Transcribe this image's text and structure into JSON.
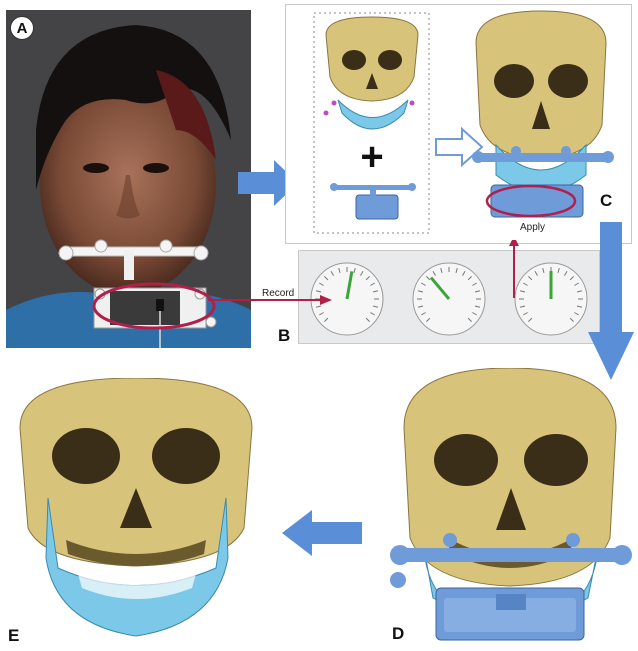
{
  "labels": {
    "a": "A",
    "b": "B",
    "c": "C",
    "d": "D",
    "e": "E"
  },
  "annotations": {
    "record": "Record",
    "apply": "Apply",
    "plus": "+"
  },
  "colors": {
    "skull": "#d8c37a",
    "mandible": "#7cc8e8",
    "device": "#6f9bd8",
    "arrow": "#5a8fd8",
    "highlight": "#b0204a",
    "needle": "#3aa63a"
  },
  "gauges": [
    {
      "needle_deg": 10
    },
    {
      "needle_deg": -40
    },
    {
      "needle_deg": 0
    }
  ]
}
